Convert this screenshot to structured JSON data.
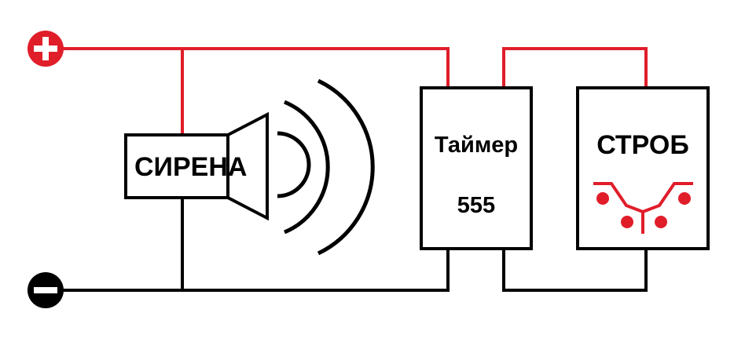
{
  "terminals": {
    "positive_symbol": "+",
    "negative_symbol": "−"
  },
  "siren": {
    "label": "СИРЕНА"
  },
  "timer": {
    "label": "Таймер",
    "model": "555"
  },
  "strobe": {
    "label": "СТРОБ"
  },
  "colors": {
    "positive_wire": "#e01e2a",
    "negative_wire": "#000000",
    "terminal_positive": "#e01e2a",
    "terminal_negative": "#000000",
    "strobe_icon": "#e01e2a"
  }
}
